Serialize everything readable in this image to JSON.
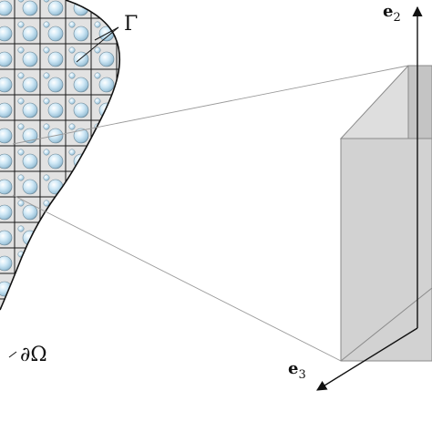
{
  "figure": {
    "labels": {
      "interface": "Γ",
      "boundary": "∂Ω",
      "axis_e2": {
        "base": "e",
        "sub": "2"
      },
      "axis_e3": {
        "base": "e",
        "sub": "3"
      }
    },
    "colors": {
      "domain_fill": "#e2e2e2",
      "grid_line": "#1a1a1a",
      "inclusion_fill": "#bfe0f2",
      "inclusion_edge": "#6b8797",
      "cube_front": "#d2d2d2",
      "cube_top": "#dedede",
      "cube_side": "#c4c4c4",
      "projection_line": "#9a9a9a"
    }
  }
}
